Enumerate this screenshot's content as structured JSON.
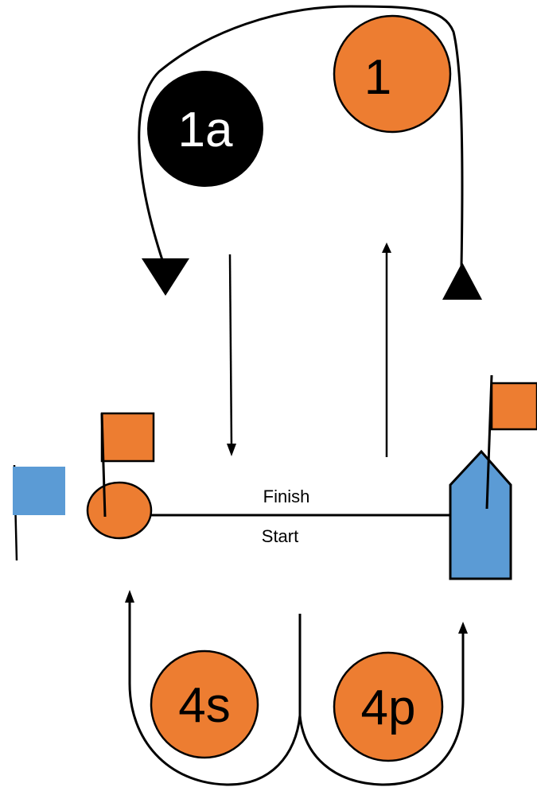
{
  "marks": {
    "mark_1": {
      "label": "1",
      "color": "#ED7D31",
      "text_color": "#000000"
    },
    "mark_1a": {
      "label": "1a",
      "color": "#000000",
      "text_color": "#FFFFFF"
    },
    "mark_4s": {
      "label": "4s",
      "color": "#ED7D31",
      "text_color": "#000000"
    },
    "mark_4p": {
      "label": "4p",
      "color": "#ED7D31",
      "text_color": "#000000"
    }
  },
  "line": {
    "finish_label": "Finish",
    "start_label": "Start"
  },
  "colors": {
    "orange": "#ED7D31",
    "blue": "#5B9BD5",
    "black": "#000000"
  }
}
